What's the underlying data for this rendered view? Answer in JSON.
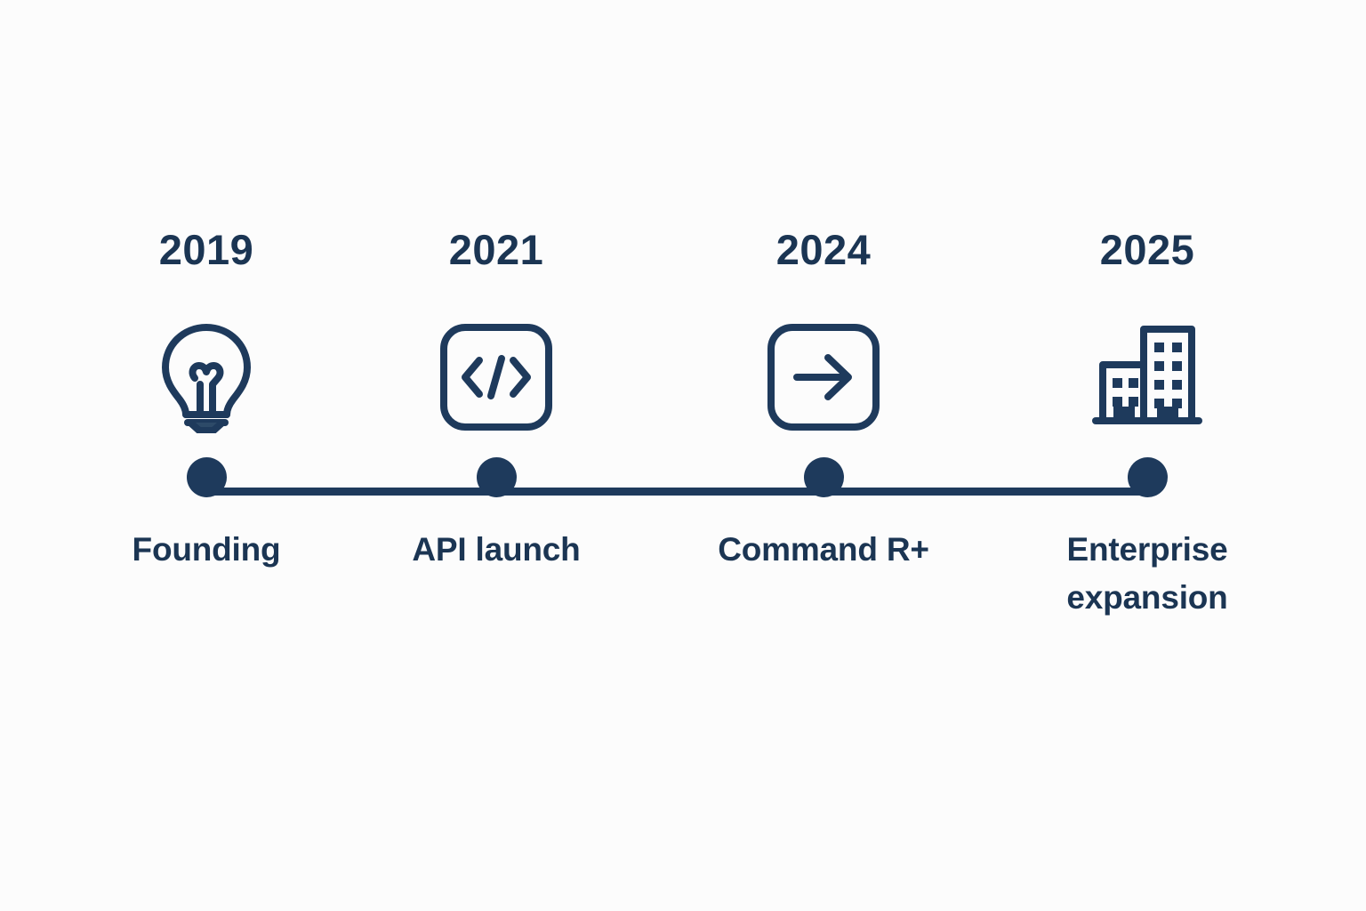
{
  "figure": {
    "type": "timeline",
    "orientation": "horizontal",
    "background_color": "#FCFCFC",
    "accent_color": "#1E3A5C",
    "text_color": "#1B3553"
  },
  "timeline": {
    "rail_name": "timeline-connector-line",
    "milestones": [
      {
        "year": "2019",
        "label": "Founding",
        "icon": "lightbulb-icon",
        "dot": "timeline-dot"
      },
      {
        "year": "2021",
        "label": "API launch",
        "icon": "code-brackets-icon",
        "dot": "timeline-dot"
      },
      {
        "year": "2024",
        "label": "Command R+",
        "icon": "arrow-right-box-icon",
        "dot": "timeline-dot"
      },
      {
        "year": "2025",
        "label": "Enterprise expansion",
        "icon": "office-buildings-icon",
        "dot": "timeline-dot"
      }
    ]
  }
}
